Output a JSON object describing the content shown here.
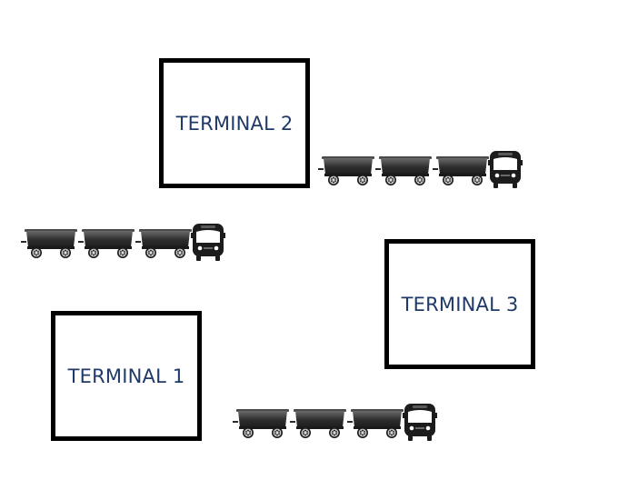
{
  "colors": {
    "terminal_label": "#1f3a68",
    "terminal_border": "#000000",
    "car_body_top": "#6a6a6a",
    "car_body_bottom": "#1c1c1c",
    "wheel": "#1a1a1a",
    "bus": "#1c1c1c",
    "bus_window": "#ffffff"
  },
  "terminals": [
    {
      "label": "TERMINAL 2"
    },
    {
      "label": "TERMINAL 3"
    },
    {
      "label": "TERMINAL 1"
    }
  ],
  "trains": [
    {
      "cars": 3,
      "locomotive_icon": "bus-front-icon",
      "car_icon": "mine-cart-icon"
    },
    {
      "cars": 3,
      "locomotive_icon": "bus-front-icon",
      "car_icon": "mine-cart-icon"
    },
    {
      "cars": 3,
      "locomotive_icon": "bus-front-icon",
      "car_icon": "mine-cart-icon"
    }
  ]
}
